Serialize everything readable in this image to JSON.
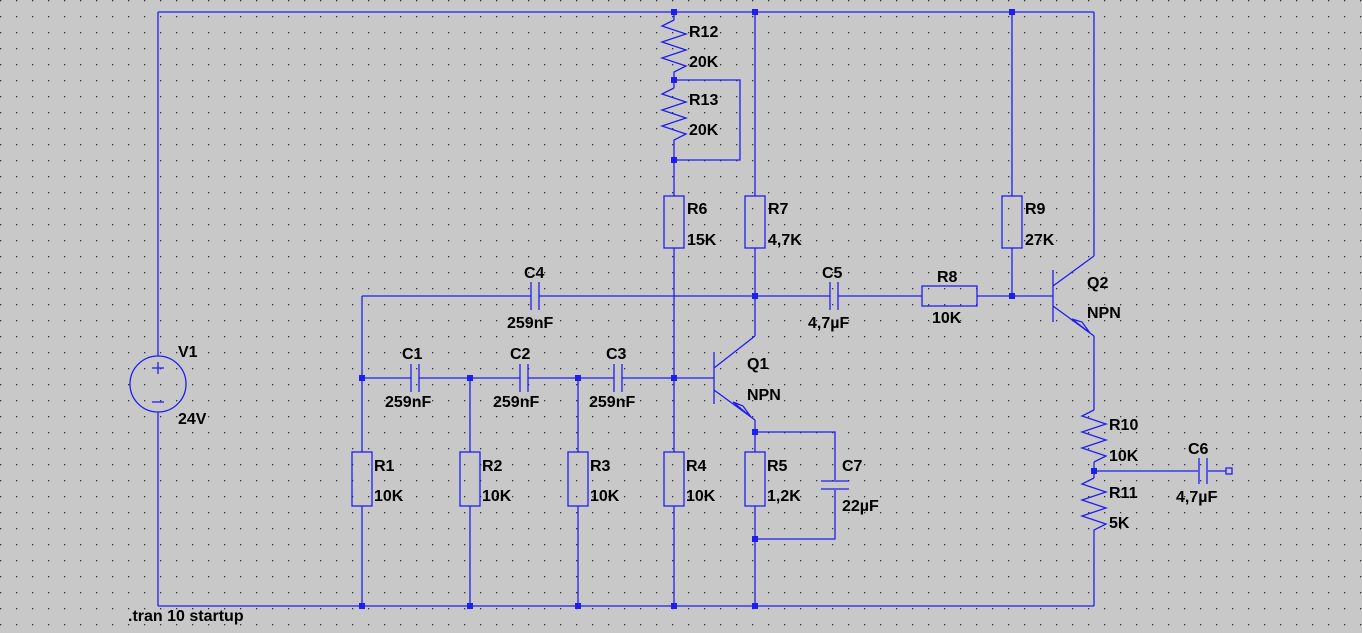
{
  "colors": {
    "background": "#c8c8c8",
    "grid": "#303030",
    "wire": "#1e1ef0",
    "text": "#000000"
  },
  "components": {
    "V1": {
      "name": "V1",
      "value": "24V"
    },
    "R1": {
      "name": "R1",
      "value": "10K"
    },
    "R2": {
      "name": "R2",
      "value": "10K"
    },
    "R3": {
      "name": "R3",
      "value": "10K"
    },
    "R4": {
      "name": "R4",
      "value": "10K"
    },
    "R5": {
      "name": "R5",
      "value": "1,2K"
    },
    "R6": {
      "name": "R6",
      "value": "15K"
    },
    "R7": {
      "name": "R7",
      "value": "4,7K"
    },
    "R8": {
      "name": "R8",
      "value": "10K"
    },
    "R9": {
      "name": "R9",
      "value": "27K"
    },
    "R10": {
      "name": "R10",
      "value": "10K"
    },
    "R11": {
      "name": "R11",
      "value": "5K"
    },
    "R12": {
      "name": "R12",
      "value": "20K"
    },
    "R13": {
      "name": "R13",
      "value": "20K"
    },
    "C1": {
      "name": "C1",
      "value": "259nF"
    },
    "C2": {
      "name": "C2",
      "value": "259nF"
    },
    "C3": {
      "name": "C3",
      "value": "259nF"
    },
    "C4": {
      "name": "C4",
      "value": "259nF"
    },
    "C5": {
      "name": "C5",
      "value": "4,7µF"
    },
    "C6": {
      "name": "C6",
      "value": "4,7µF"
    },
    "C7": {
      "name": "C7",
      "value": "22µF"
    },
    "Q1": {
      "name": "Q1",
      "value": "NPN"
    },
    "Q2": {
      "name": "Q2",
      "value": "NPN"
    }
  },
  "directive": ".tran 10 startup"
}
